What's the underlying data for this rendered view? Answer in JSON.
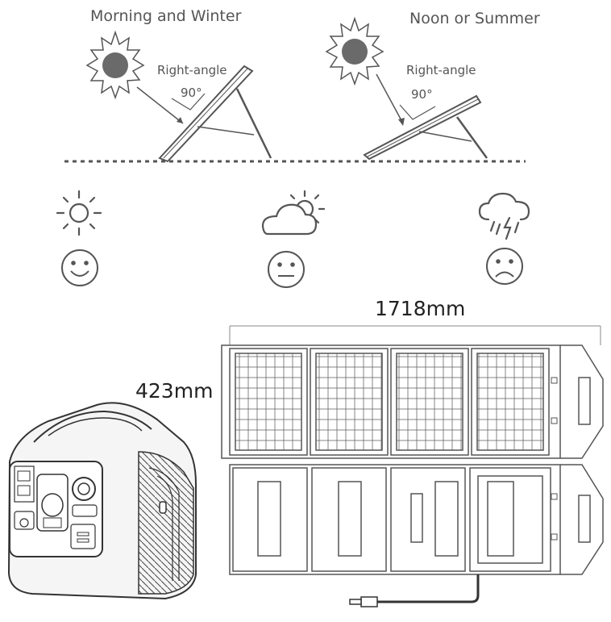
{
  "scenes": [
    {
      "title": "Morning and Winter",
      "angle_label": "Right-angle",
      "angle_value": "90°"
    },
    {
      "title": "Noon or Summer",
      "angle_label": "Right-angle",
      "angle_value": "90°"
    }
  ],
  "weather": [
    {
      "icon": "sun-icon",
      "mood": "happy-face-icon"
    },
    {
      "icon": "partly-cloudy-icon",
      "mood": "neutral-face-icon"
    },
    {
      "icon": "thunderstorm-icon",
      "mood": "sad-face-icon"
    }
  ],
  "dimensions": {
    "width": "1718mm",
    "height": "423mm"
  },
  "colors": {
    "line": "#555555",
    "sun": "#666666"
  }
}
